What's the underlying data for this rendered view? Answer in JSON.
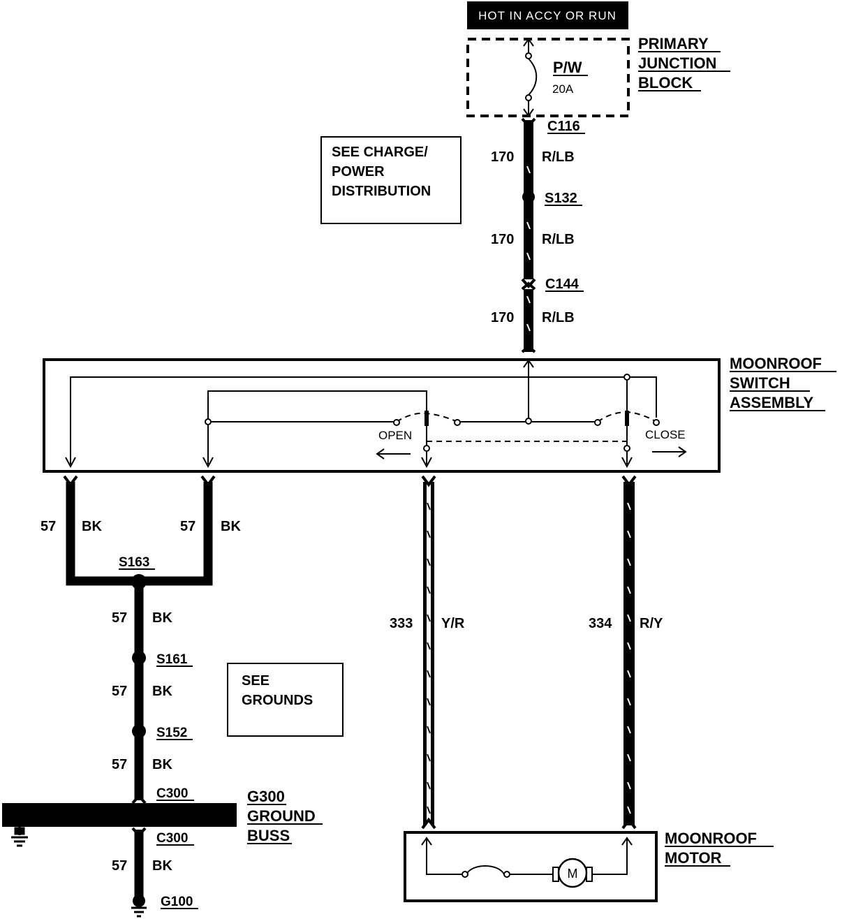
{
  "header": {
    "hot_label": "HOT IN ACCY OR RUN"
  },
  "junction_block": {
    "lines": [
      "PRIMARY",
      "JUNCTION",
      "BLOCK"
    ],
    "fuse_name": "P/W",
    "fuse_rating": "20A"
  },
  "see_charge": {
    "lines": [
      "SEE CHARGE/",
      "POWER",
      "DISTRIBUTION"
    ]
  },
  "power_feed": {
    "connector_top": "C116",
    "splice": "S132",
    "connector_mid": "C144",
    "wire_num": "170",
    "wire_color": "R/LB"
  },
  "switch": {
    "lines": [
      "MOONROOF",
      "SWITCH",
      "ASSEMBLY"
    ],
    "open_label": "OPEN",
    "close_label": "CLOSE"
  },
  "ground_circuit": {
    "wire_num": "57",
    "wire_color": "BK",
    "splice_a": "S163",
    "splice_b": "S161",
    "splice_c": "S152",
    "connector": "C300",
    "ground_point": "G100"
  },
  "see_grounds": {
    "lines": [
      "SEE",
      "GROUNDS"
    ]
  },
  "ground_buss": {
    "lines": [
      "G300",
      "GROUND",
      "BUSS"
    ]
  },
  "motor_wires": {
    "open_num": "333",
    "open_color": "Y/R",
    "close_num": "334",
    "close_color": "R/Y"
  },
  "motor": {
    "lines": [
      "MOONROOF",
      "MOTOR"
    ],
    "symbol": "M"
  }
}
